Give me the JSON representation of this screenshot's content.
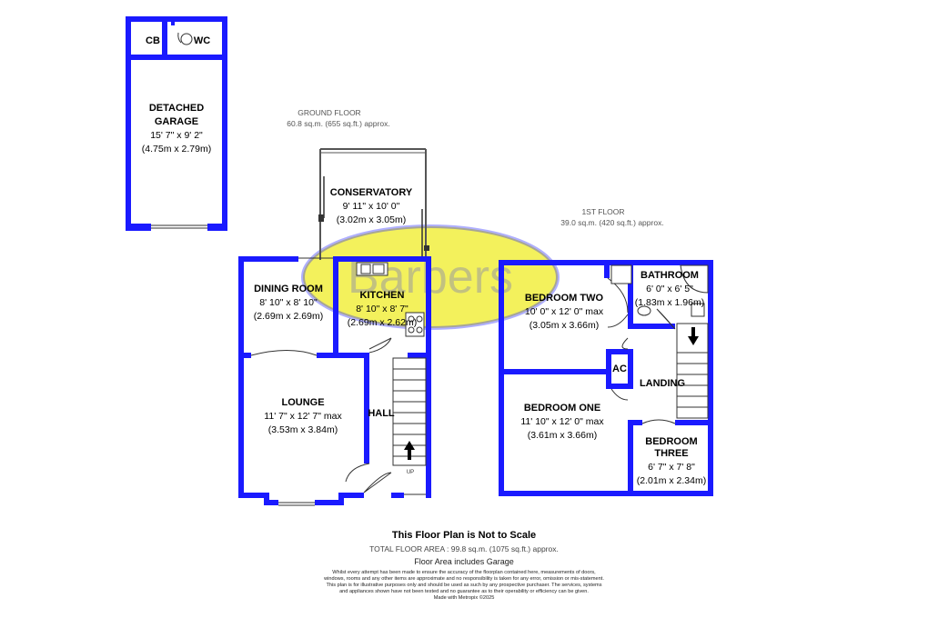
{
  "logo": {
    "text": "Barbers",
    "color": "#f2f04a"
  },
  "colors": {
    "walls": "#1a1aff",
    "logo": "#f2f04a"
  },
  "ground_floor": {
    "title": "GROUND FLOOR",
    "area": "60.8 sq.m. (655 sq.ft.) approx.",
    "rooms": {
      "garage": {
        "name_line1": "DETACHED",
        "name_line2": "GARAGE",
        "dim_imperial": "15' 7\" x 9' 2\"",
        "dim_metric": "(4.75m x 2.79m)"
      },
      "cb": {
        "name": "CB"
      },
      "wc": {
        "name": "WC"
      },
      "conservatory": {
        "name": "CONSERVATORY",
        "dim_imperial": "9' 11\" x 10' 0\"",
        "dim_metric": "(3.02m x 3.05m)"
      },
      "dining": {
        "name": "DINING ROOM",
        "dim_imperial": "8' 10\" x 8' 10\"",
        "dim_metric": "(2.69m x 2.69m)"
      },
      "kitchen": {
        "name": "KITCHEN",
        "dim_imperial": "8' 10\" x 8' 7\"",
        "dim_metric": "(2.69m x 2.62m)"
      },
      "lounge": {
        "name": "LOUNGE",
        "dim_imperial": "11' 7\" x 12' 7\" max",
        "dim_metric": "(3.53m x 3.84m)"
      },
      "hall": {
        "name": "HALL"
      },
      "up": {
        "name": "UP"
      }
    }
  },
  "first_floor": {
    "title": "1ST FLOOR",
    "area": "39.0 sq.m. (420 sq.ft.) approx.",
    "rooms": {
      "bedroom_two": {
        "name": "BEDROOM TWO",
        "dim_imperial": "10' 0\" x 12' 0\" max",
        "dim_metric": "(3.05m x 3.66m)"
      },
      "bathroom": {
        "name": "BATHROOM",
        "dim_imperial": "6' 0\" x 6' 5\"",
        "dim_metric": "(1.83m x 1.96m)"
      },
      "ac": {
        "name": "AC"
      },
      "landing": {
        "name": "LANDING"
      },
      "bedroom_one": {
        "name": "BEDROOM ONE",
        "dim_imperial": "11' 10\" x 12' 0\" max",
        "dim_metric": "(3.61m x 3.66m)"
      },
      "bedroom_three": {
        "name_line1": "BEDROOM",
        "name_line2": "THREE",
        "dim_imperial": "6' 7\" x 7' 8\"",
        "dim_metric": "(2.01m x 2.34m)"
      }
    }
  },
  "footer": {
    "title": "This Floor Plan is Not to Scale",
    "total_area": "TOTAL FLOOR AREA : 99.8 sq.m. (1075 sq.ft.) approx.",
    "garage_note": "Floor Area includes Garage",
    "disclaimer": "Whilst every attempt has been made to ensure the accuracy of the floorplan contained here, measurements of doors, windows, rooms and any other items are approximate and no responsibility is taken for any error, omission or mis-statement. This plan is for illustrative purposes only and should be used as such by any prospective purchaser. The services, systems and appliances shown have not been tested and no guarantee as to their operability or efficiency can be given.",
    "credit": "Made with Metropix ©2025"
  }
}
